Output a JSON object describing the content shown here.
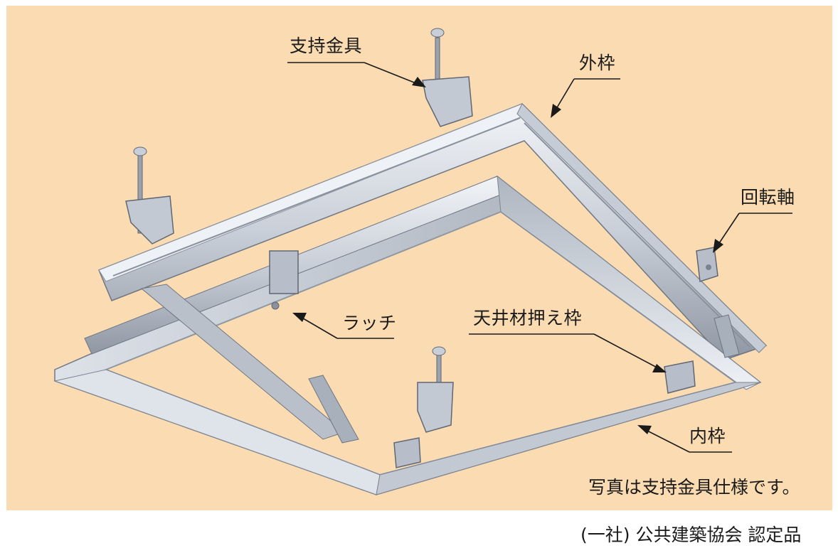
{
  "labels": {
    "support_bracket": "支持金具",
    "outer_frame": "外枠",
    "pivot_shaft": "回転軸",
    "latch": "ラッチ",
    "ceiling_hold_frame": "天井材押え枠",
    "inner_frame": "内枠"
  },
  "caption": "写真は支持金具仕様です。",
  "footer": "(一社) 公共建築協会 認定品",
  "colors": {
    "background": "#fbdcb2",
    "frame_light": "#e6eaf0",
    "frame_mid": "#b7bec9",
    "frame_dark": "#7c8491",
    "text": "#1a1a1a"
  }
}
